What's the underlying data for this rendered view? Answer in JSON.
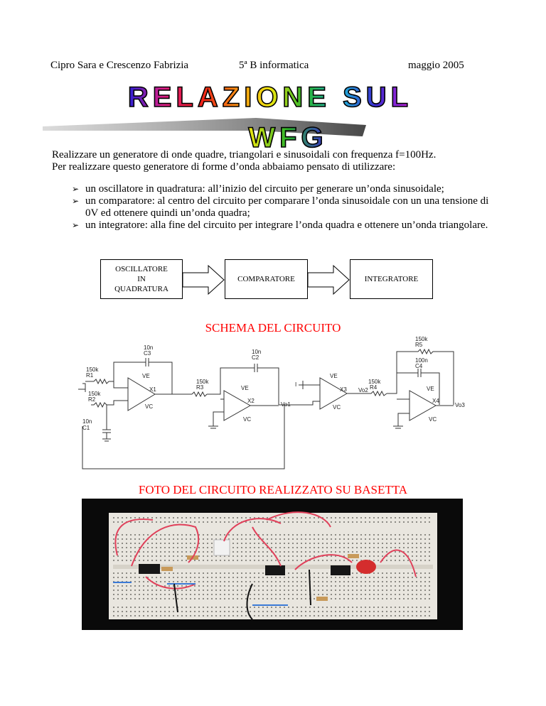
{
  "header": {
    "authors": "Cipro Sara e Crescenzo Fabrizia",
    "class": "5ª B informatica",
    "date": "maggio 2005"
  },
  "title_art": {
    "line1": "RELAZIONE SUL",
    "line2": "WFG"
  },
  "intro": {
    "line1": "Realizzare un generatore di onde quadre, triangolari e sinusoidali con frequenza f=100Hz.",
    "line2": "Per realizzare questo generatore di forme d’onda abbaiamo pensato di utilizzare:"
  },
  "bullets": [
    "un oscillatore in quadratura: all’inizio del circuito per generare un’onda sinusoidale;",
    "un comparatore: al centro del circuito per comparare l’onda sinusoidale con un una tensione di 0V ed ottenere quindi un’onda quadra;",
    "un integratore: alla fine del circuito per integrare l’onda quadra e ottenere un’onda triangolare."
  ],
  "block_diagram": {
    "box1_line1": "OSCILLATORE",
    "box1_line2": "IN",
    "box1_line3": "QUADRATURA",
    "box2": "COMPARATORE",
    "box3": "INTEGRATORE"
  },
  "schematic_heading": "SCHEMA DEL CIRCUITO",
  "photo_heading": "FOTO DEL CIRCUITO REALIZZATO SU BASETTA",
  "schematic": {
    "r1_value": "150k",
    "r1_ref": "R1",
    "r2_value": "150k",
    "r2_ref": "R2",
    "c1_value": "10n",
    "c1_ref": "C1",
    "c3_value": "10n",
    "c3_ref": "C3",
    "r3_value": "150k",
    "r3_ref": "R3",
    "c2_value": "10n",
    "c2_ref": "C2",
    "r4_value": "150k",
    "r4_ref": "R4",
    "r5_value": "150k",
    "r5_ref": "R5",
    "c4_value": "100n",
    "c4_ref": "C4",
    "x1": "X1",
    "x2": "X2",
    "x3": "X3",
    "x4": "X4",
    "ve": "VE",
    "vc": "VC",
    "vo1": "Vo1",
    "vo2": "Vo2",
    "vo3": "Vo3",
    "i_label": "I"
  },
  "colors": {
    "heading_red": "#ff0000",
    "photo_bg": "#0a0a0a",
    "breadboard": "#e9e6df",
    "wire_red": "#e0405a"
  }
}
